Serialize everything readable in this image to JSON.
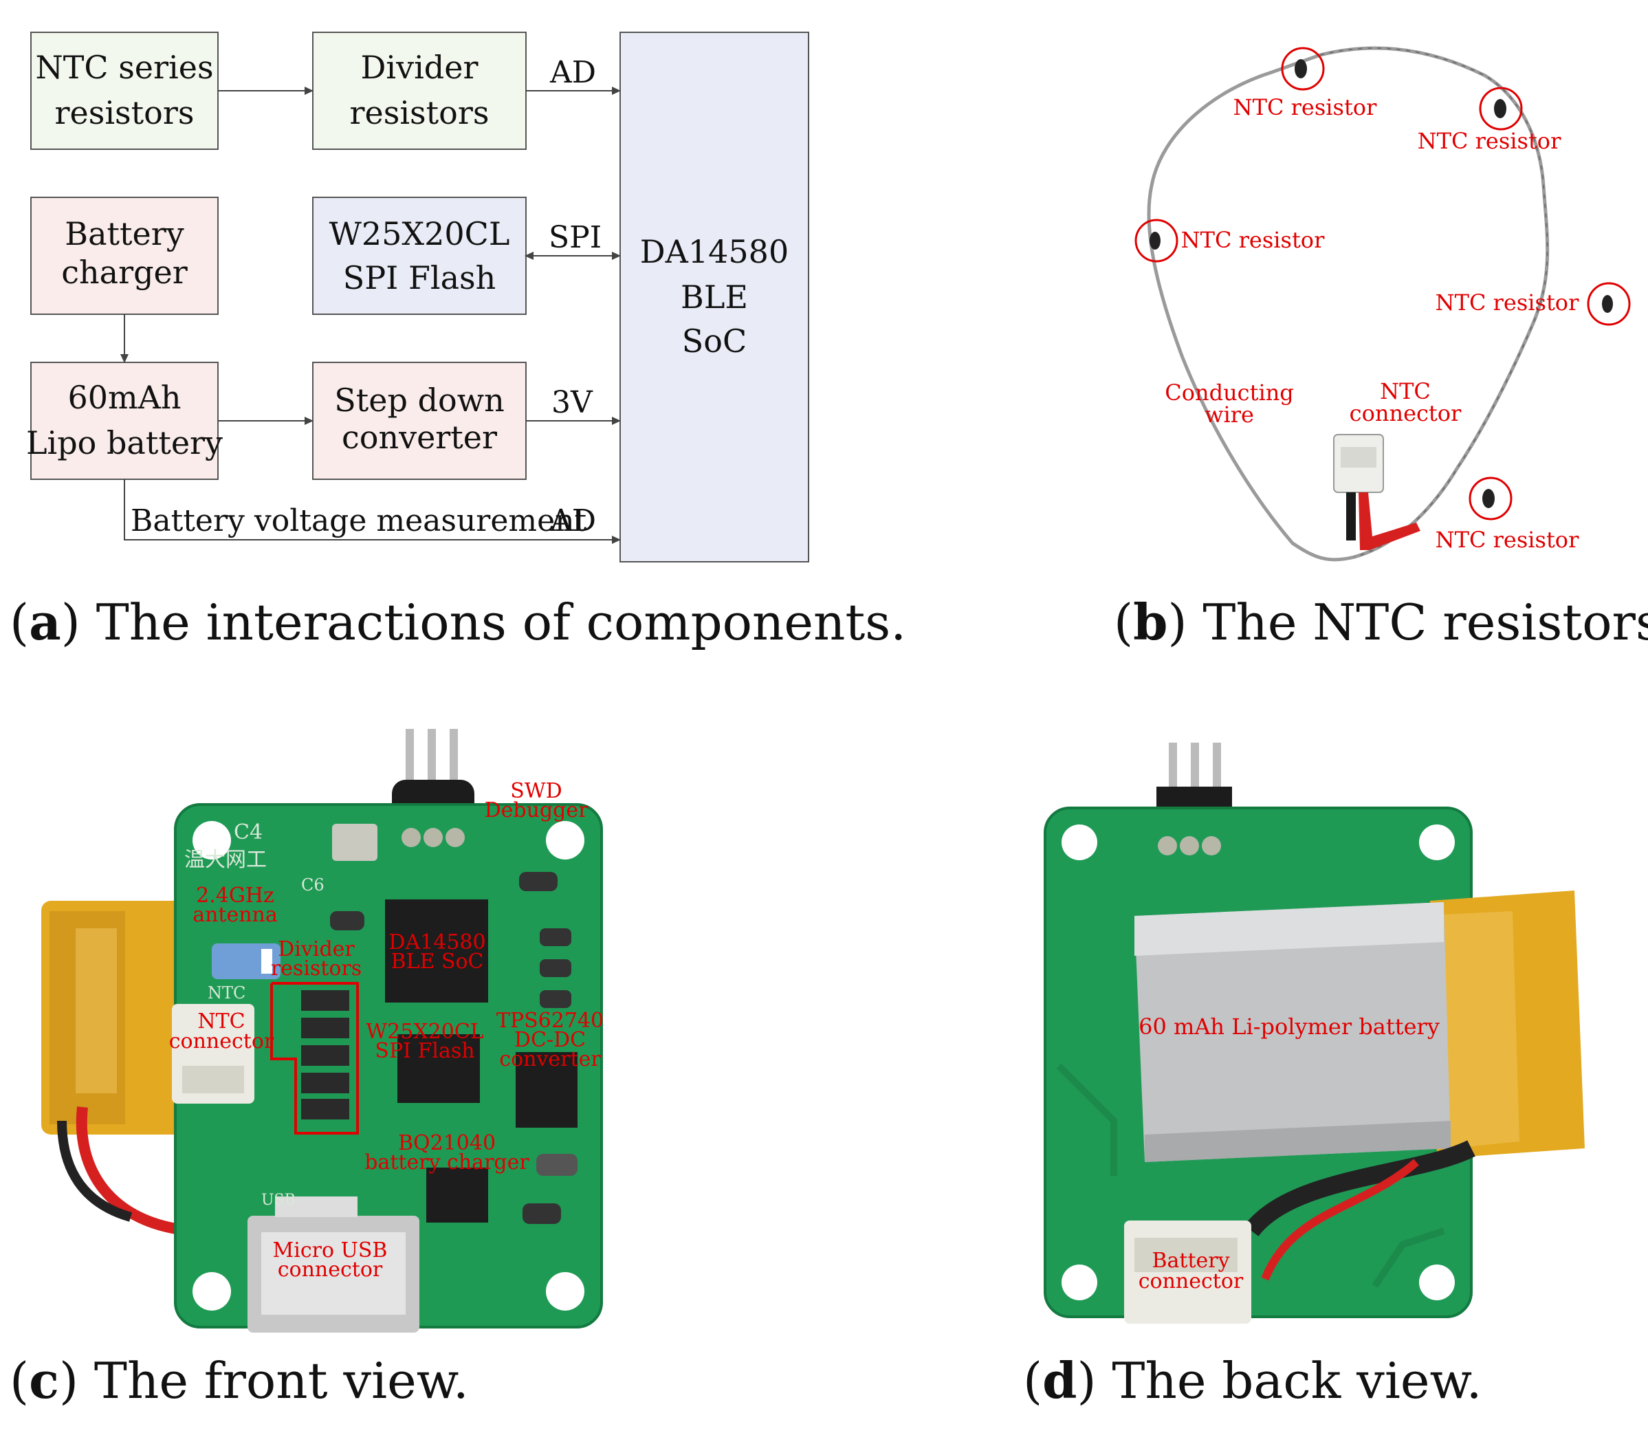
{
  "panel_a": {
    "blocks": {
      "ntc_series": [
        "NTC series",
        "resistors"
      ],
      "divider": [
        "Divider",
        "resistors"
      ],
      "battery_charger": [
        "Battery",
        "charger"
      ],
      "flash": [
        "W25X20CL",
        "SPI Flash"
      ],
      "battery": [
        "60mAh",
        "Lipo battery"
      ],
      "step_down": [
        "Step down",
        "converter"
      ],
      "soc": [
        "DA14580",
        "BLE",
        "SoC"
      ]
    },
    "signals": {
      "ad_top": "AD",
      "spi": "SPI",
      "v3": "3V",
      "ad_bottom": "AD",
      "battery_measure": "Battery voltage measurement"
    },
    "colors": {
      "green_block": "#f3f8ee",
      "red_block": "#f9ecea",
      "blue_block": "#e9ecf6"
    }
  },
  "panel_b": {
    "labels": {
      "ntc1": "NTC resistor",
      "ntc2": "NTC resistor",
      "ntc3": "NTC resistor",
      "ntc4": "NTC resistor",
      "ntc5": "NTC resistor",
      "conducting": [
        "Conducting",
        "wire"
      ],
      "connector": [
        "NTC",
        "connector"
      ]
    }
  },
  "panel_c": {
    "labels": {
      "swd": [
        "SWD",
        "Debugger"
      ],
      "antenna": [
        "2.4GHz",
        "antenna"
      ],
      "divider": [
        "Divider",
        "resistors"
      ],
      "soc": [
        "DA14580",
        "BLE SoC"
      ],
      "ntc_connector": [
        "NTC",
        "connector"
      ],
      "flash": [
        "W25X20CL",
        "SPI Flash"
      ],
      "dcdc": [
        "TPS62740",
        "DC-DC",
        "converter"
      ],
      "charger": [
        "BQ21040",
        "battery charger"
      ],
      "usb": [
        "Micro USB",
        "connector"
      ]
    },
    "silk": {
      "c4": "C4",
      "cn": "温大网工",
      "c6": "C6",
      "ntc": "NTC",
      "usb": "USB"
    }
  },
  "panel_d": {
    "labels": {
      "battery": "60 mAh Li-polymer battery",
      "battery_connector": [
        "Battery",
        "connector"
      ]
    }
  },
  "captions": {
    "a": {
      "letter": "a",
      "text": " The interactions of components."
    },
    "b": {
      "letter": "b",
      "text": " The NTC resistors."
    },
    "c": {
      "letter": "c",
      "text": " The front view."
    },
    "d": {
      "letter": "d",
      "text": " The back view."
    }
  }
}
